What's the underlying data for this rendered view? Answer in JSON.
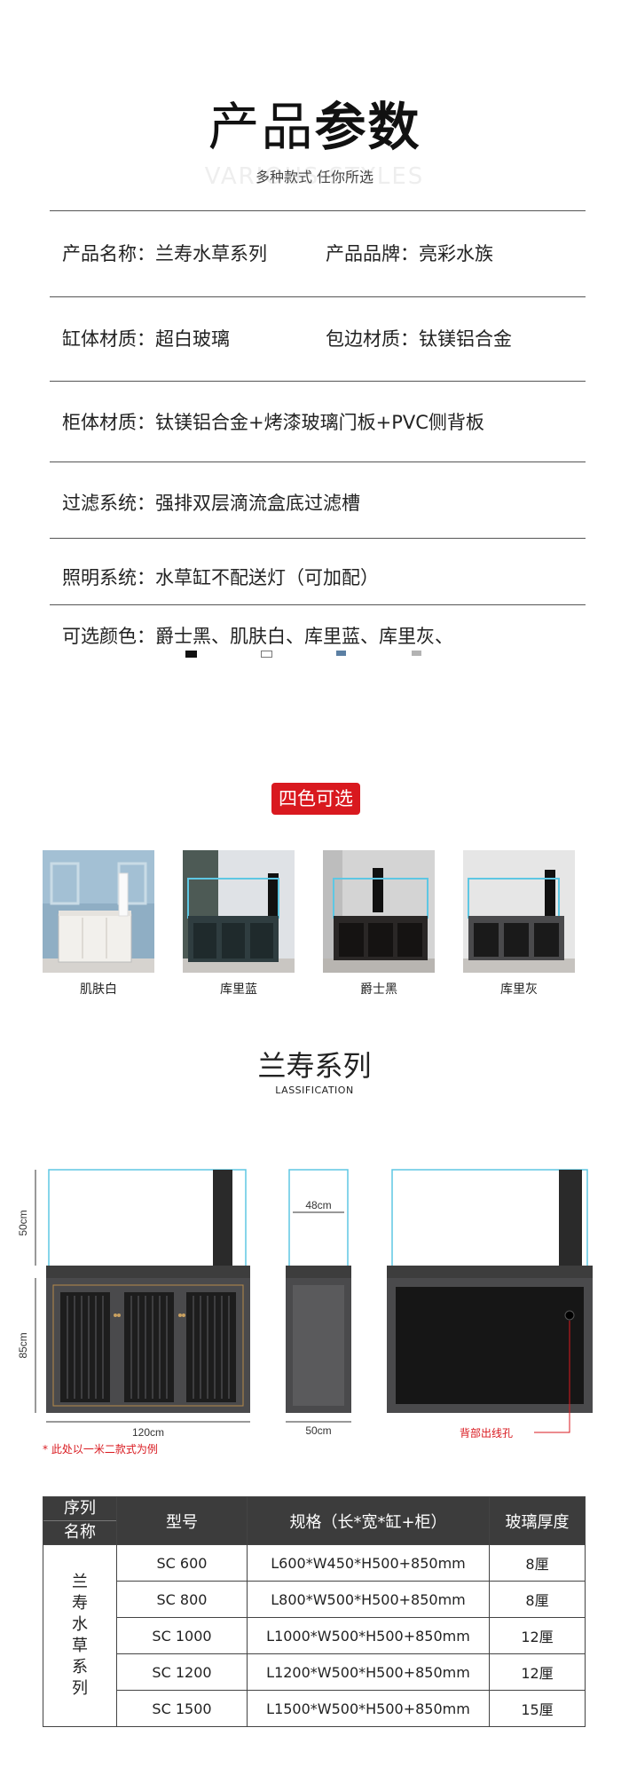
{
  "header": {
    "title_light": "产品",
    "title_bold": "参数",
    "watermark": "VARIOUS STYLES",
    "subtitle": "多种款式 任你所选"
  },
  "params": {
    "row1_left": "产品名称：兰寿水草系列",
    "row1_right": "产品品牌：亮彩水族",
    "row2_left": "缸体材质：超白玻璃",
    "row2_right": "包边材质：钛镁铝合金",
    "row3": "柜体材质：钛镁铝合金+烤漆玻璃门板+PVC侧背板",
    "row4": "过滤系统：强排双层滴流盒底过滤槽",
    "row5": "照明系统：水草缸不配送灯（可加配）",
    "row6": "可选颜色：爵士黑、肌肤白、库里蓝、库里灰、"
  },
  "swatches": [
    {
      "name": "爵士黑",
      "color": "#111111"
    },
    {
      "name": "肌肤白",
      "color": "#ffffff"
    },
    {
      "name": "库里蓝",
      "color": "#5b7fa3"
    },
    {
      "name": "库里灰",
      "color": "#b3b3b3"
    }
  ],
  "badge": "四色可选",
  "photos": [
    {
      "caption": "肌肤白"
    },
    {
      "caption": "库里蓝"
    },
    {
      "caption": "爵士黑"
    },
    {
      "caption": "库里灰"
    }
  ],
  "series": {
    "title": "兰寿系列",
    "subtitle": "LASSIFICATION"
  },
  "diagram": {
    "height_tank": "50cm",
    "height_cabinet": "85cm",
    "width_front": "120cm",
    "depth_top": "48cm",
    "depth_bottom": "50cm",
    "hole_label": "背部出线孔"
  },
  "note": "* 此处以一米二款式为例",
  "table": {
    "header_series_1": "序列",
    "header_series_2": "名称",
    "header_model": "型号",
    "header_spec": "规格（长*宽*缸+柜）",
    "header_glass": "玻璃厚度",
    "series_name": "兰寿水草系列",
    "rows": [
      {
        "model": "SC 600",
        "spec": "L600*W450*H500+850mm",
        "glass": "8厘"
      },
      {
        "model": "SC 800",
        "spec": "L800*W500*H500+850mm",
        "glass": "8厘"
      },
      {
        "model": "SC 1000",
        "spec": "L1000*W500*H500+850mm",
        "glass": "12厘"
      },
      {
        "model": "SC 1200",
        "spec": "L1200*W500*H500+850mm",
        "glass": "12厘"
      },
      {
        "model": "SC 1500",
        "spec": "L1500*W500*H500+850mm",
        "glass": "15厘"
      }
    ]
  }
}
